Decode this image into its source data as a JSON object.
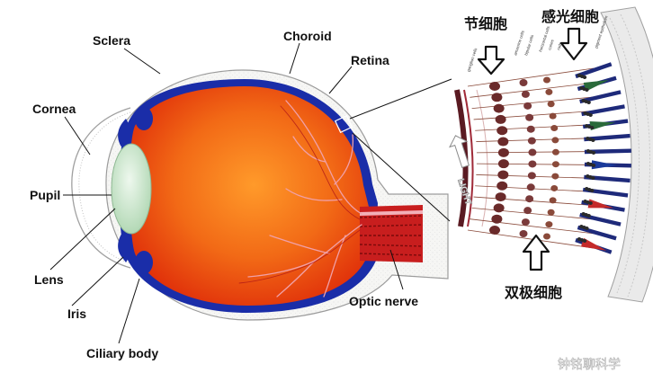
{
  "labels": {
    "sclera": "Sclera",
    "choroid": "Choroid",
    "retina": "Retina",
    "cornea": "Cornea",
    "pupil": "Pupil",
    "lens": "Lens",
    "iris": "Iris",
    "ciliary_body": "Ciliary body",
    "optic_nerve": "Optic nerve"
  },
  "retina_inset": {
    "ganglion_cells": "节细胞",
    "photoreceptor_cells": "感光细胞",
    "bipolar_cells": "双极细胞",
    "light": "LIGHT",
    "small_labels": [
      "ganglion cells",
      "amacrine cells",
      "bipolar cells",
      "horizontal cells",
      "cones",
      "rods",
      "pigment epithelium"
    ]
  },
  "watermark": "钟铭聊科学",
  "colors": {
    "sclera_fill": "#f6f6f4",
    "choroid_blue": "#1a2da8",
    "vitreous_orange": "#f05a12",
    "vessel_pink": "#f0a0a8",
    "nerve_red": "#c81e1e",
    "lens_green": "#cfe8cf"
  },
  "icons": [
    "down-arrow-icon",
    "up-arrow-icon",
    "light-arrow-icon"
  ]
}
